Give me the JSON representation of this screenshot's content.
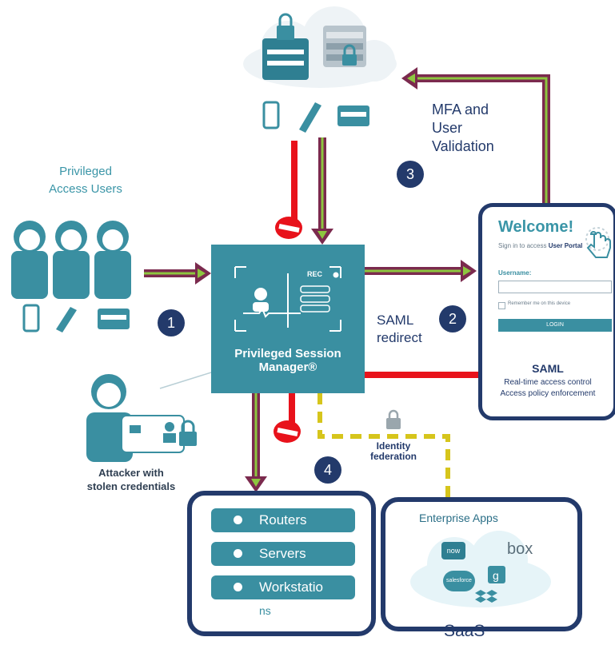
{
  "labels": {
    "privileged_users": "Privileged\nAccess Users",
    "mfa": "MFA and\nUser\nValidation",
    "saml_redirect": "SAML\nredirect",
    "attacker": "Attacker with\nstolen credentials",
    "identity_federation": "Identity\nfederation",
    "psm_title": "Privileged Session\nManager®",
    "rec": "REC",
    "saas": "SaaS"
  },
  "steps": [
    "1",
    "2",
    "3",
    "4"
  ],
  "login_card": {
    "welcome": "Welcome!",
    "subtitle_prefix": "Sign in to access ",
    "subtitle_strong": "User Portal",
    "username_label": "Username:",
    "remember": "Remember me on this device",
    "login_button": "LOGIN",
    "saml": "SAML",
    "line1": "Real-time access control",
    "line2": "Access policy enforcement"
  },
  "devices": [
    "Routers",
    "Servers",
    "Workstatio"
  ],
  "devices_cut_text": "ns",
  "saas_box": {
    "title": "Enterprise Apps",
    "apps": [
      "now",
      "box",
      "salesforce"
    ]
  },
  "colors": {
    "teal": "#3a8fa1",
    "navy": "#233a6b",
    "maroon": "#7b2a4e",
    "green": "#8dc63f",
    "red": "#e8121b",
    "yellow": "#d6c51c"
  },
  "icons": [
    "lock-icon",
    "server-icon",
    "phone-icon",
    "pen-token-icon",
    "card-icon",
    "cloud-icon",
    "hand-pointer-icon",
    "block-icon",
    "user-icon",
    "dropbox-icon"
  ]
}
